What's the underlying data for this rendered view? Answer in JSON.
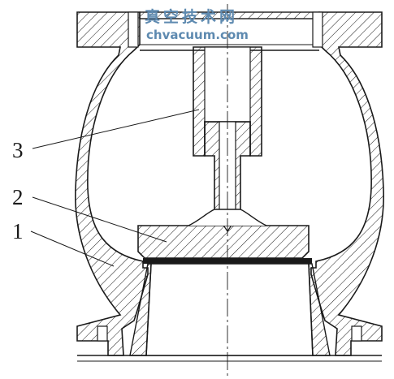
{
  "watermark": {
    "chinese": "真空技术网",
    "url": "chvacuum.com"
  },
  "callouts": [
    {
      "id": "1",
      "label": "1"
    },
    {
      "id": "2",
      "label": "2"
    },
    {
      "id": "3",
      "label": "3"
    }
  ],
  "colors": {
    "line": "#1a1a1a",
    "watermark": "#5e8ab0",
    "background": "#ffffff"
  }
}
